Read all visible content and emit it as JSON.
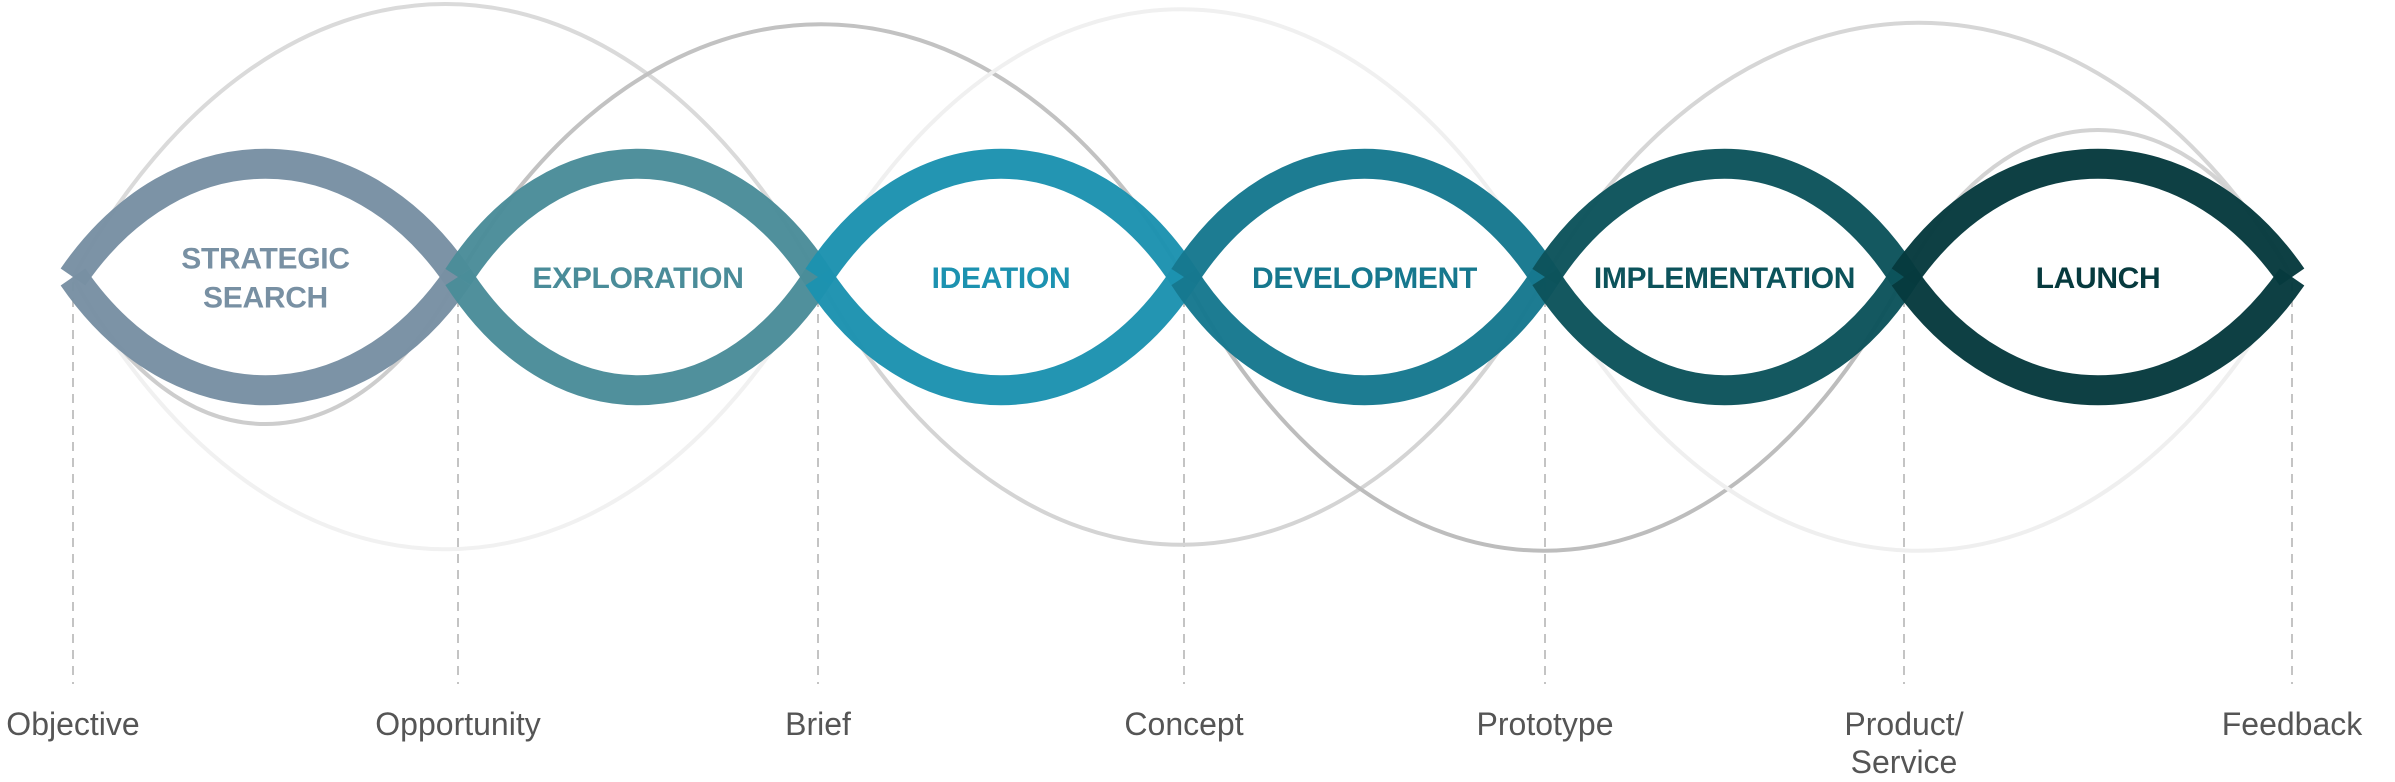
{
  "phases": [
    {
      "lines": [
        "STRATEGIC",
        "SEARCH"
      ],
      "color": "#7890a3"
    },
    {
      "lines": [
        "EXPLORATION"
      ],
      "color": "#4a8c99"
    },
    {
      "lines": [
        "IDEATION"
      ],
      "color": "#1c92b0"
    },
    {
      "lines": [
        "DEVELOPMENT"
      ],
      "color": "#16788e"
    },
    {
      "lines": [
        "IMPLEMENTATION"
      ],
      "color": "#0c535b"
    },
    {
      "lines": [
        "LAUNCH"
      ],
      "color": "#063a3e"
    }
  ],
  "milestones": [
    {
      "lines": [
        "Objective"
      ]
    },
    {
      "lines": [
        "Opportunity"
      ]
    },
    {
      "lines": [
        "Brief"
      ]
    },
    {
      "lines": [
        "Concept"
      ]
    },
    {
      "lines": [
        "Prototype"
      ]
    },
    {
      "lines": [
        "Product/",
        "Service"
      ]
    },
    {
      "lines": [
        "Feedback"
      ]
    }
  ]
}
